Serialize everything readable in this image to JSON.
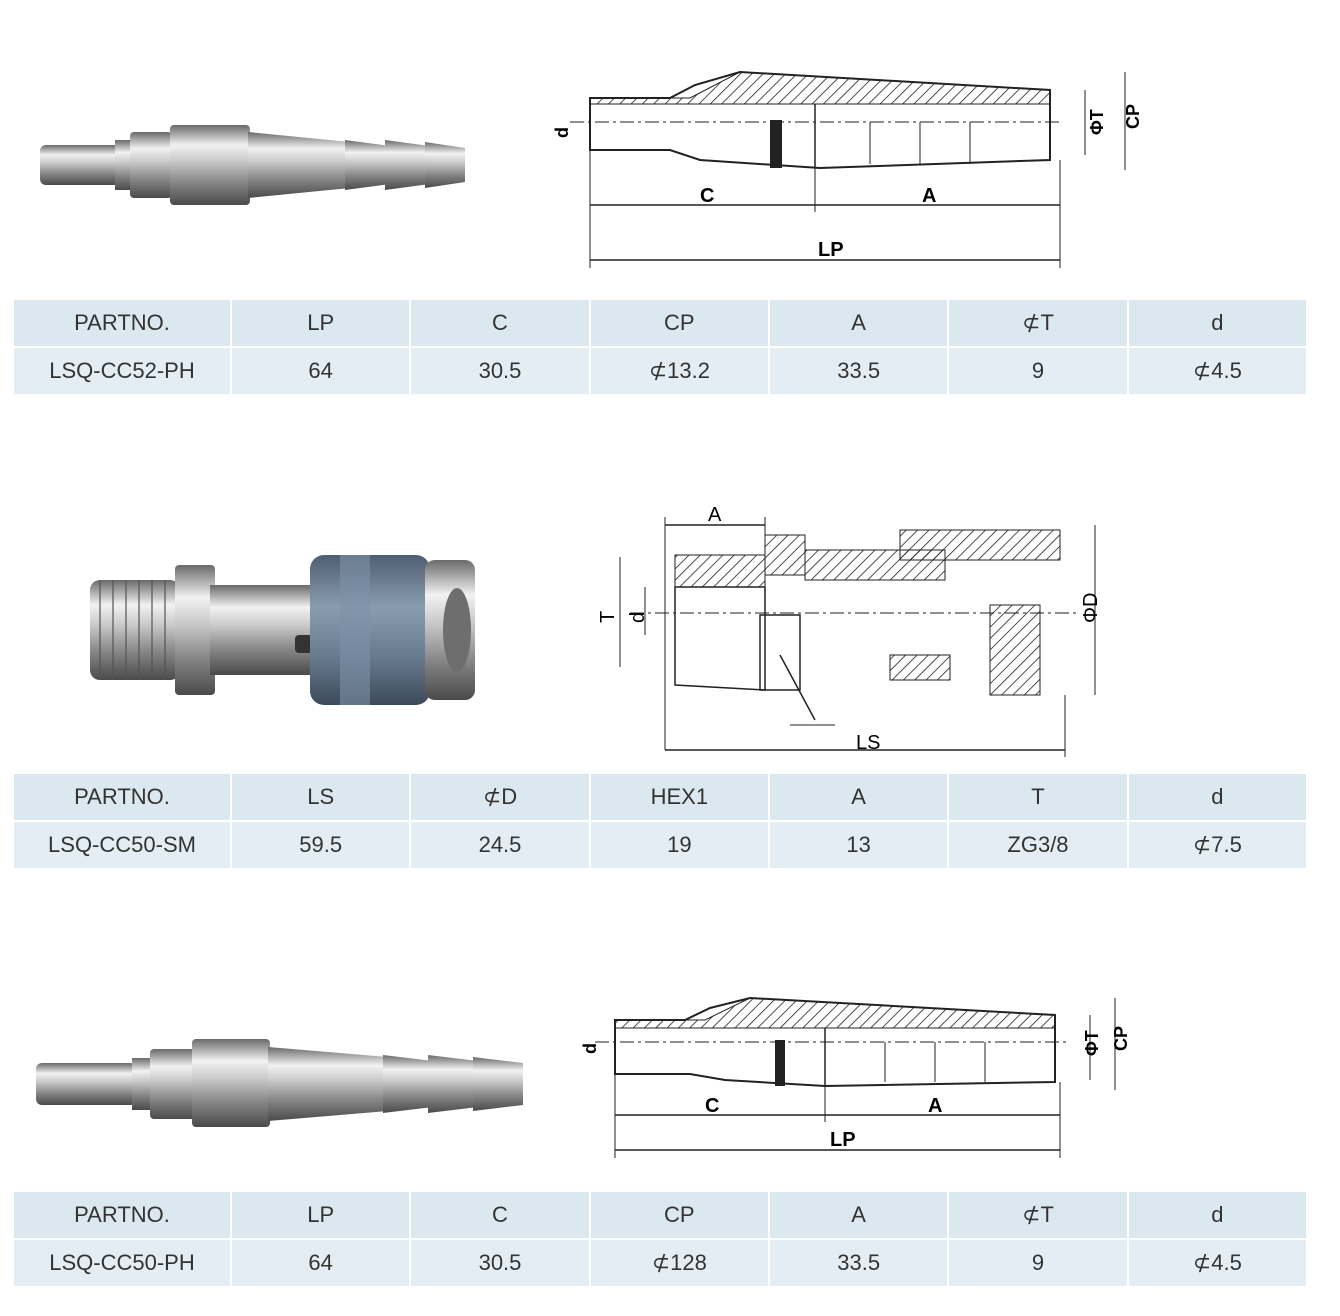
{
  "products": [
    {
      "headers": [
        "PARTNO.",
        "LP",
        "C",
        "CP",
        "A",
        "⊄T",
        "d"
      ],
      "row": [
        "LSQ-CC52-PH",
        "64",
        "30.5",
        "⊄13.2",
        "33.5",
        "9",
        "⊄4.5"
      ],
      "drawing_labels": {
        "d": "d",
        "c": "C",
        "a": "A",
        "lp": "LP",
        "t": "ΦT",
        "cp": "CP"
      }
    },
    {
      "headers": [
        "PARTNO.",
        "LS",
        "⊄D",
        "HEX1",
        "A",
        "T",
        "d"
      ],
      "row": [
        "LSQ-CC50-SM",
        "59.5",
        "24.5",
        "19",
        "13",
        "ZG3/8",
        "⊄7.5"
      ],
      "drawing_labels": {
        "a": "A",
        "t": "T",
        "d": "d",
        "ls": "LS",
        "phid": "ΦD"
      }
    },
    {
      "headers": [
        "PARTNO.",
        "LP",
        "C",
        "CP",
        "A",
        "⊄T",
        "d"
      ],
      "row": [
        "LSQ-CC50-PH",
        "64",
        "30.5",
        "⊄128",
        "33.5",
        "9",
        "⊄4.5"
      ],
      "drawing_labels": {
        "d": "d",
        "c": "C",
        "a": "A",
        "lp": "LP",
        "t": "ΦT",
        "cp": "CP"
      }
    }
  ],
  "colors": {
    "table_bg": "#dde9f0",
    "chrome": "#b8b8b8",
    "blue_sleeve": "#6f8196"
  }
}
